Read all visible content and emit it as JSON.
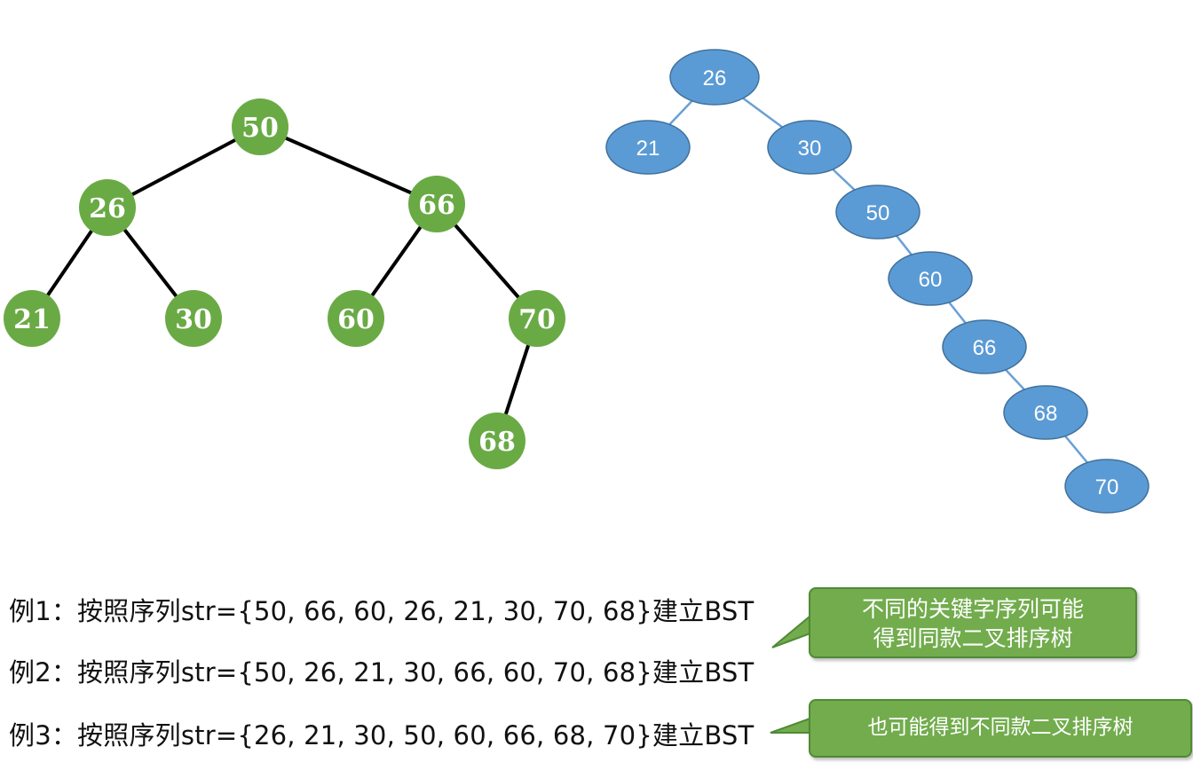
{
  "trees": {
    "green": {
      "fill": "#6aaa45",
      "text_color": "#ffffff",
      "edge_color": "#000000",
      "nodes": [
        {
          "id": "g50",
          "label": "50"
        },
        {
          "id": "g26",
          "label": "26"
        },
        {
          "id": "g66",
          "label": "66"
        },
        {
          "id": "g21",
          "label": "21"
        },
        {
          "id": "g30",
          "label": "30"
        },
        {
          "id": "g60",
          "label": "60"
        },
        {
          "id": "g70",
          "label": "70"
        },
        {
          "id": "g68",
          "label": "68"
        }
      ],
      "edges": [
        [
          "g50",
          "g26"
        ],
        [
          "g50",
          "g66"
        ],
        [
          "g26",
          "g21"
        ],
        [
          "g26",
          "g30"
        ],
        [
          "g66",
          "g60"
        ],
        [
          "g66",
          "g70"
        ],
        [
          "g70",
          "g68"
        ]
      ]
    },
    "blue": {
      "fill": "#5b9bd5",
      "stroke": "#41719c",
      "text_color": "#ffffff",
      "edge_color": "#6aa0d6",
      "nodes": [
        {
          "id": "b26",
          "label": "26"
        },
        {
          "id": "b21",
          "label": "21"
        },
        {
          "id": "b30",
          "label": "30"
        },
        {
          "id": "b50",
          "label": "50"
        },
        {
          "id": "b60",
          "label": "60"
        },
        {
          "id": "b66",
          "label": "66"
        },
        {
          "id": "b68",
          "label": "68"
        },
        {
          "id": "b70",
          "label": "70"
        }
      ],
      "edges": [
        [
          "b26",
          "b21"
        ],
        [
          "b26",
          "b30"
        ],
        [
          "b30",
          "b50"
        ],
        [
          "b50",
          "b60"
        ],
        [
          "b60",
          "b66"
        ],
        [
          "b66",
          "b68"
        ],
        [
          "b68",
          "b70"
        ]
      ]
    }
  },
  "examples": {
    "ex1": "例1：按照序列str={50, 66, 60, 26, 21, 30, 70, 68}建立BST",
    "ex2": "例2：按照序列str={50, 26, 21, 30, 66, 60, 70, 68}建立BST",
    "ex3": "例3：按照序列str={26, 21, 30, 50, 60, 66, 68, 70}建立BST"
  },
  "callouts": {
    "top": {
      "line1": "不同的关键字序列可能",
      "line2": "得到同款二叉排序树"
    },
    "bottom": {
      "text": "也可能得到不同款二叉排序树"
    }
  }
}
